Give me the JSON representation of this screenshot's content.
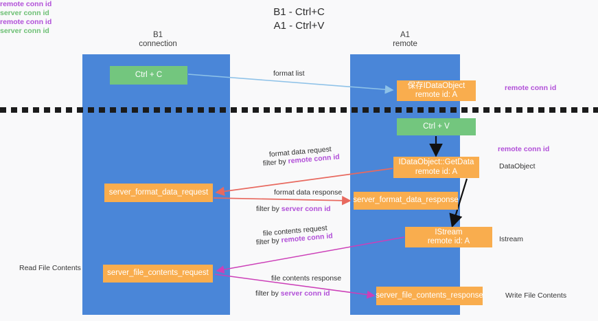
{
  "title": {
    "line1": "B1 - Ctrl+C",
    "line2": "A1 - Ctrl+V"
  },
  "lanes": [
    {
      "id": "b1",
      "name": "B1",
      "role": "connection"
    },
    {
      "id": "a1",
      "name": "A1",
      "role": "remote"
    }
  ],
  "nodes": {
    "ctrl_c": {
      "line1": "Ctrl + C",
      "line2": "",
      "color": "#73c67e"
    },
    "save_dataobject": {
      "line1": "保存IDataObject",
      "line2": "remote id: A",
      "color": "#f9ad4e"
    },
    "ctrl_v": {
      "line1": "Ctrl + V",
      "line2": "",
      "color": "#73c67e"
    },
    "getdata": {
      "line1": "IDataObject::GetData",
      "line2": "remote id: A",
      "color": "#f9ad4e"
    },
    "server_format_data_request": {
      "line1": "server_format_data_request",
      "line2": "",
      "color": "#f9ad4e"
    },
    "server_format_data_response": {
      "line1": "server_format_data_response",
      "line2": "",
      "color": "#f9ad4e"
    },
    "istream": {
      "line1": "IStream",
      "line2": "remote id: A",
      "color": "#f9ad4e"
    },
    "server_file_contents_request": {
      "line1": "server_file_contents_request",
      "line2": "",
      "color": "#f9ad4e"
    },
    "server_file_contents_response": {
      "line1": "server_file_contents_response",
      "line2": "",
      "color": "#f9ad4e"
    }
  },
  "edge_labels": {
    "format_list": "format list",
    "format_data_request": "format data request",
    "format_data_request_filter_prefix": "filter by ",
    "format_data_request_filter_key": "remote conn id",
    "format_data_response": "format data response",
    "format_data_response_filter_prefix": "filter by ",
    "format_data_response_filter_key": "server conn id",
    "file_contents_request": "file contents request",
    "file_contents_request_filter_prefix": "filter by ",
    "file_contents_request_filter_key": "remote conn id",
    "file_contents_response": "file contents response",
    "file_contents_response_filter_prefix": "filter by ",
    "file_contents_response_filter_key": "server conn id"
  },
  "annotations": {
    "right_remote_conn_id_top": "remote conn id",
    "right_remote_conn_id_mid": "remote conn id",
    "right_dataobject": "DataObject",
    "right_istream": "Istream",
    "right_write_file_contents": "Write File Contents",
    "left_remote_conn_id_1": "remote conn id",
    "left_server_conn_id_1": "server conn id",
    "left_read_file_contents": "Read File Contents",
    "left_remote_conn_id_2": "remote conn id",
    "left_server_conn_id_2": "server conn id"
  },
  "colors": {
    "lane_blue": "#4a86d8",
    "node_green": "#73c67e",
    "node_orange": "#f9ad4e",
    "accent_purple": "#b14fd8",
    "accent_green_text": "#6cbf73",
    "edge_red": "#e8695f",
    "edge_magenta": "#cc3fb8",
    "edge_lightblue": "#8ec2e8",
    "edge_black": "#111111",
    "divider_black": "#1b1b1b",
    "page_background": "#f9f9fa"
  }
}
